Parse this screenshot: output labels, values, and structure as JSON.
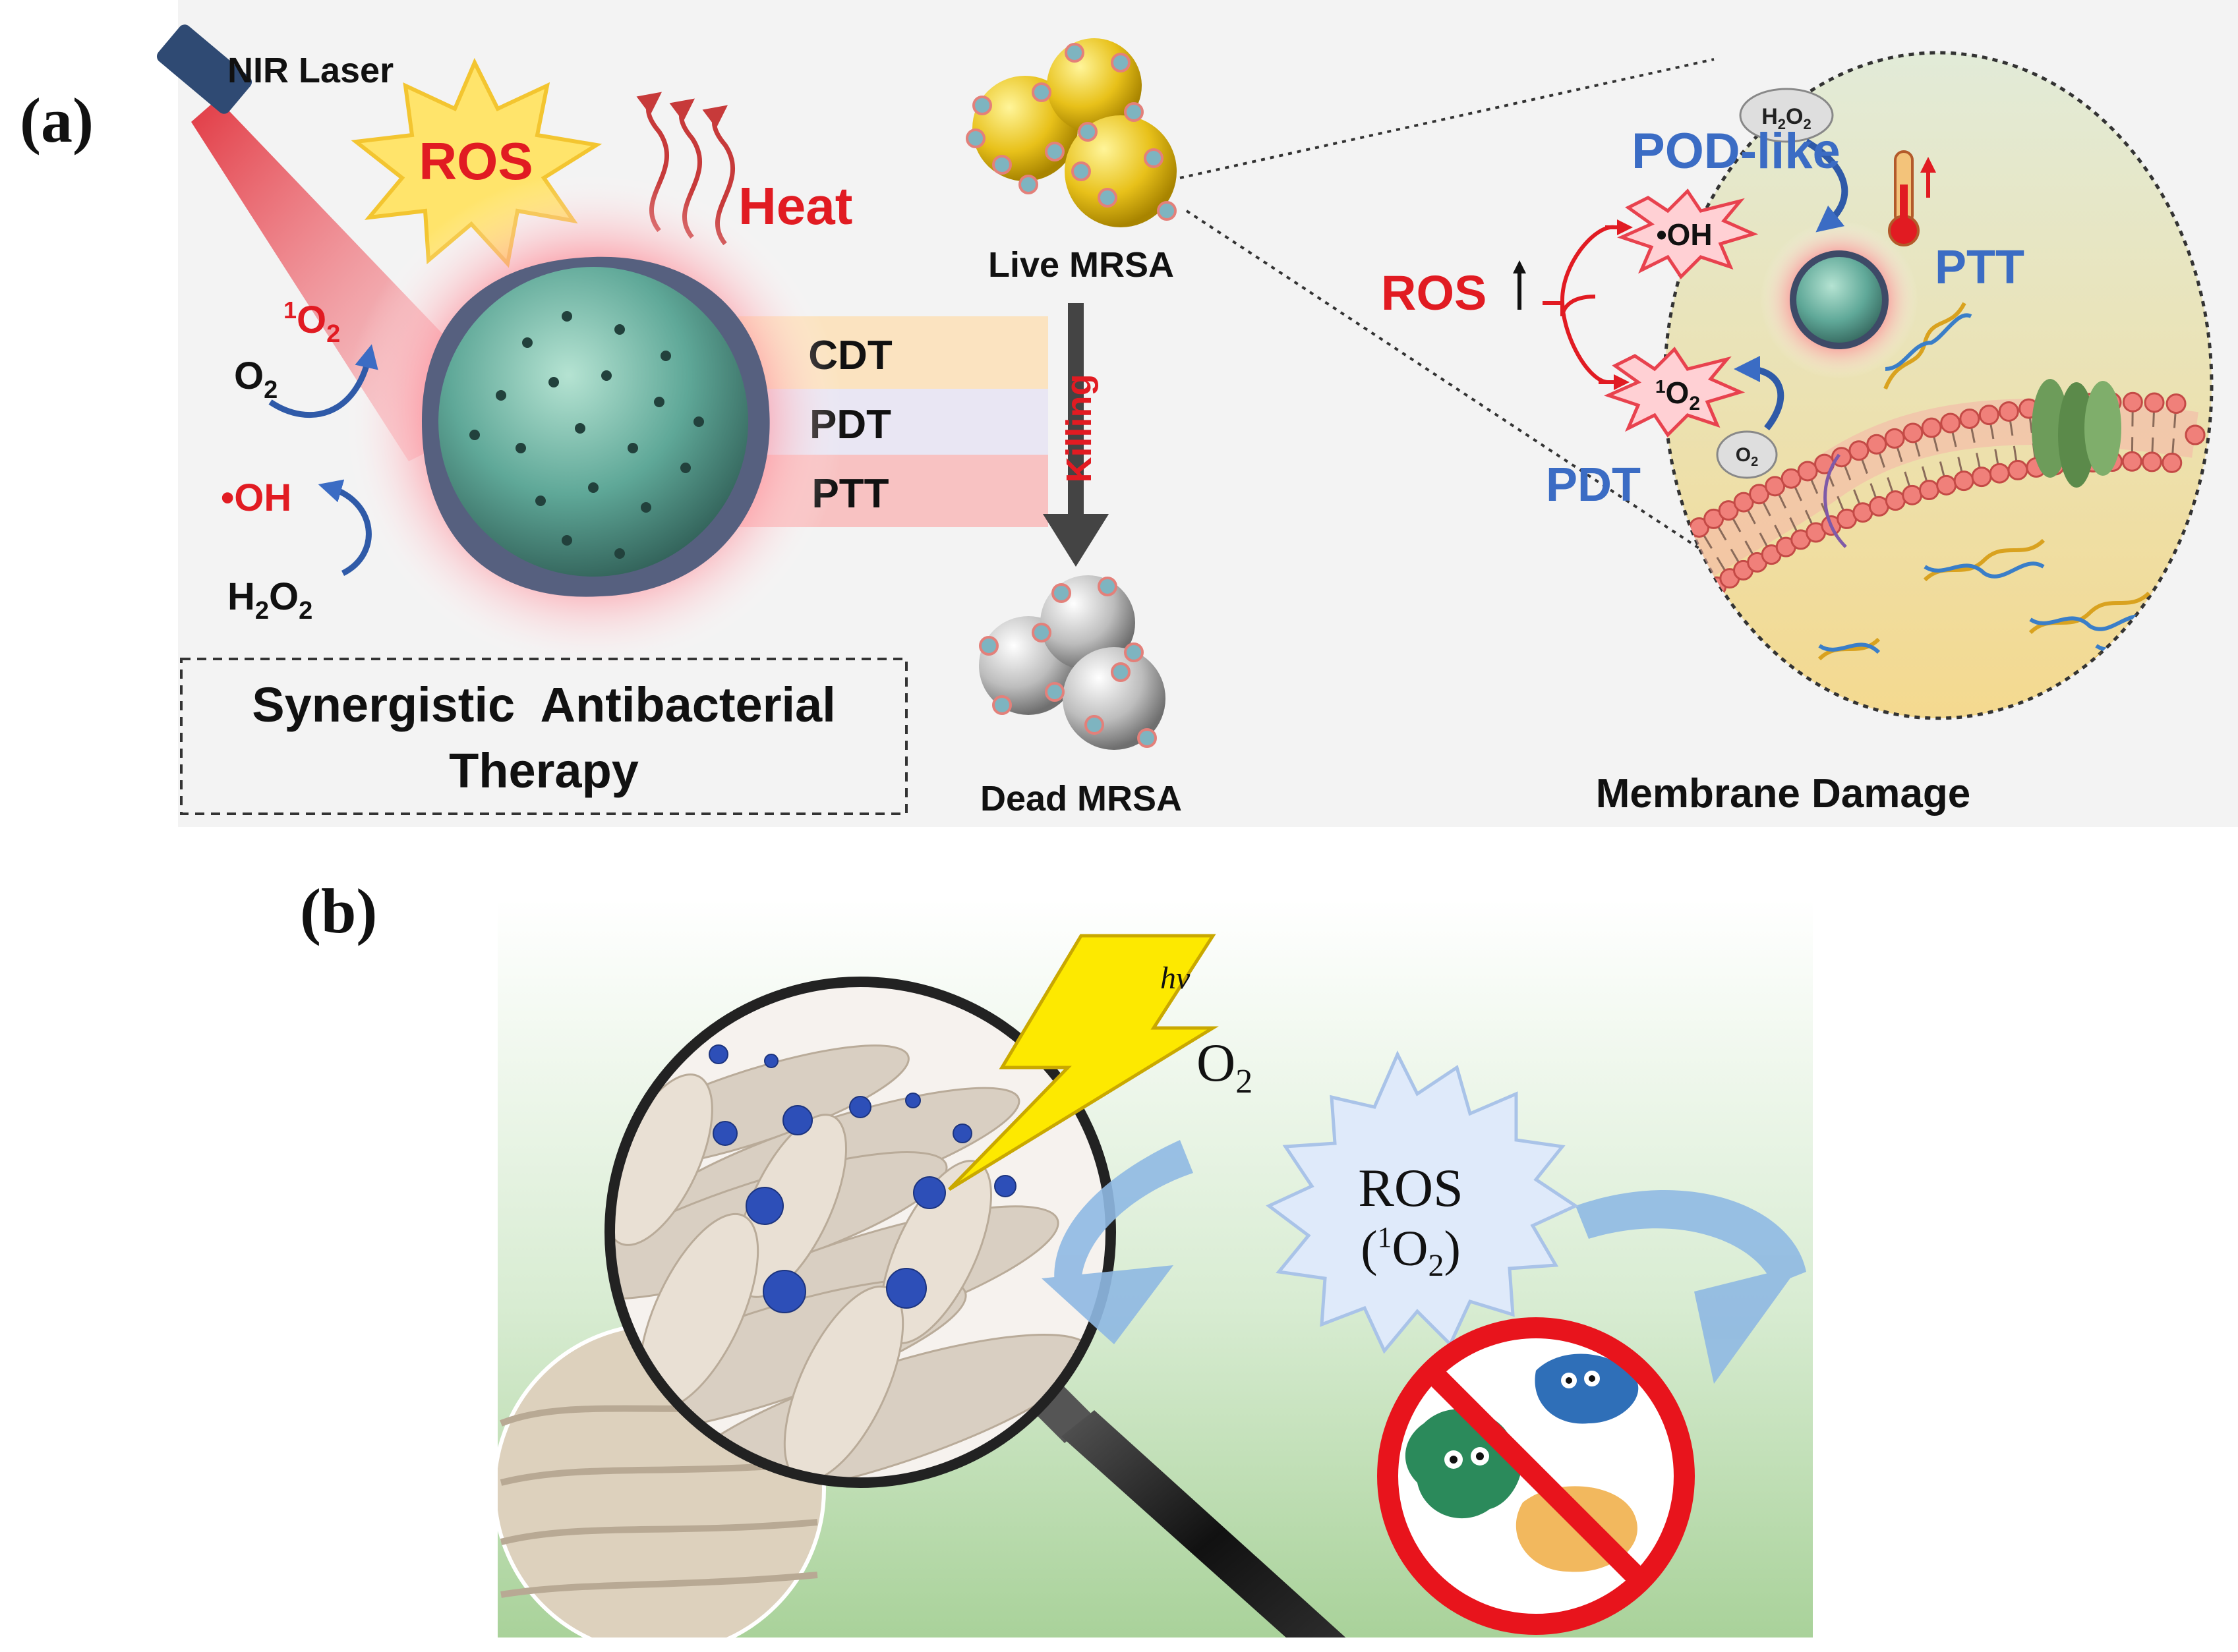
{
  "panel_a": {
    "label": "(a)",
    "laser_label": "NIR Laser",
    "ros_burst": "ROS",
    "heat_label": "Heat",
    "singlet_o2": {
      "pre": "1",
      "base": "O",
      "sub": "2"
    },
    "o2": {
      "base": "O",
      "sub": "2"
    },
    "hydroxyl": "•OH",
    "h2o2": {
      "h": "H",
      "h_sub": "2",
      "o": "O",
      "o_sub": "2"
    },
    "therapies": [
      {
        "label": "CDT",
        "color": "#fbe3c0"
      },
      {
        "label": "PDT",
        "color": "#e9e6f3"
      },
      {
        "label": "PTT",
        "color": "#f8c2c2"
      }
    ],
    "killing_label": "Killing",
    "live_mrsa": "Live MRSA",
    "dead_mrsa": "Dead MRSA",
    "synergy_line1": "Synergistic  Antibacterial",
    "synergy_line2": "Therapy",
    "membrane_damage": "Membrane Damage",
    "zoom": {
      "pod_like": "POD-like",
      "h2o2_bubble": {
        "h": "H",
        "h_sub": "2",
        "o": "O",
        "o_sub": "2"
      },
      "oh_burst": "•OH",
      "ros_up": "ROS",
      "singlet_burst": {
        "pre": "1",
        "base": "O",
        "sub": "2"
      },
      "o2_bubble": {
        "base": "O",
        "sub": "2"
      },
      "ptt": "PTT",
      "pdt": "PDT"
    }
  },
  "panel_b": {
    "label": "(b)",
    "hv": "hν",
    "o2": {
      "base": "O",
      "sub": "2"
    },
    "ros_line1": "ROS",
    "ros_line2": {
      "open": "(",
      "pre": "1",
      "base": "O",
      "sub": "2",
      "close": ")"
    }
  },
  "colors": {
    "red": "#e11b22",
    "blue": "#3b6cc4",
    "teal": "#5fa898",
    "ros_yellow": "#ffe46b",
    "arrow_blue": "#7fb0e0",
    "no_sign": "#e8141c"
  }
}
